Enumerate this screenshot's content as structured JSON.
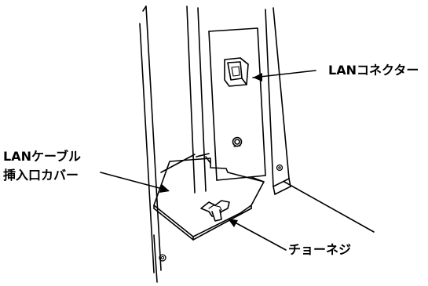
{
  "labels": {
    "lan_connector": "LANコネクター",
    "lan_cable_cover_line1": "LANケーブル",
    "lan_cable_cover_line2": "挿入口カバー",
    "wing_screw": "チョーネジ"
  },
  "colors": {
    "line": "#000000",
    "background": "#ffffff"
  }
}
